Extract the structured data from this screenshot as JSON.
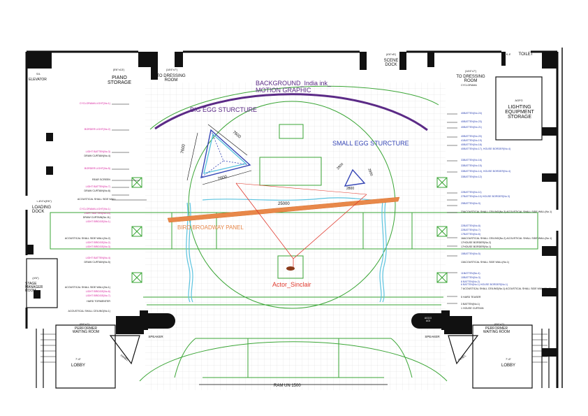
{
  "colors": {
    "wall": "#111111",
    "green": "#3aa535",
    "purple": "#5b2a86",
    "blue": "#3545b5",
    "cyan": "#5bc3df",
    "orange": "#e8884a",
    "red": "#e03a2e",
    "grid": "#d9d9d9",
    "pink": "#d6199a"
  },
  "rooms": {
    "elevator": "ELEVATOR",
    "elevator_code": "S/L",
    "piano_code": "(5'6\"x13')",
    "piano": "PIANO\nSTORAGE",
    "to_dressing_left": "TO DRESSING\nROOM",
    "to_dressing_left_code": "(14'6\"x7')",
    "scene_dock_code": "(4'6\"x5')",
    "scene_dock": "SCENE\nDOCK",
    "toilet_code": "K-ll'",
    "toilet": "TOILET",
    "to_dressing_right_code": "(14'6\"x7')",
    "to_dressing_right": "TO DRESSING\nROOM",
    "lighting": "LIGHTING\nEQUIPMENT\nSTORAGE",
    "lighting_code": "AGFG",
    "loading_dock": "LOADING\nDOCK",
    "loading_dock_code": "<-8'4\"x(5'6\")",
    "stage_manager": "STAGE\nMANAGER\nROOM",
    "stage_manager_code": "(4'6\")",
    "performer_left": "PERFORMER\nWAITING ROOM",
    "performer_left_code": "(9'6\"x7')",
    "performer_right": "PERFORMER\nWAITING ROOM",
    "performer_right_code": "(9'6\"x7')",
    "lobby_left": "LOBBY",
    "lobby_left_code": "7'-6\"",
    "lobby_right": "LOBBY",
    "lobby_right_code": "7'-6\"",
    "speaker_left": "SPEAKER",
    "speaker_right": "SPEAKER",
    "panel_left": "PANEL",
    "panel_right": "PANEL",
    "box_right": "AGCG\nAGI"
  },
  "annotations": {
    "background": "BACKGROUND_India ink_",
    "motion_graphic": "MOTION GRAPHIC",
    "big_egg": "BIG EGG STURCTURE",
    "small_egg": "SMALL EGG STURCTURE",
    "bird_panel": "BIRD BROADWAY PANEL",
    "actor": "Actor_Sinclair",
    "dim_25000": "25000",
    "dim_7600_a": "7600",
    "dim_7600_b": "7600",
    "dim_7600_c": "7600",
    "dim_2800_a": "2800",
    "dim_2800_b": "2800",
    "dim_2800_c": "2800",
    "bottom_dim": "RAM UN 1500"
  },
  "left_rail": [
    {
      "text": "CYCLORAMA LIGHT(No.1)",
      "color": "pink"
    },
    {
      "text": "BORDER LIGHT(No.2)",
      "color": "pink"
    },
    {
      "text": "LIGHT BATTEN(No.3)",
      "color": "pink"
    },
    {
      "text": "DRAW CURTAIN(No.4)",
      "color": "black"
    },
    {
      "text": "BORDER LIGHT(No.5)",
      "color": "pink"
    },
    {
      "text": "REAR SCREEN",
      "color": "black"
    },
    {
      "text": "LIGHT BATTEN(No.7)",
      "color": "pink"
    },
    {
      "text": "DRAW CURTAIN(No.8)",
      "color": "black"
    },
    {
      "text": "ACOUSTICAL SHALL SIDE WALL",
      "color": "black"
    },
    {
      "text": "CYCLORAMA LIGHT(No.1)",
      "color": "pink"
    },
    {
      "text": "LIGHT BATTEN(No.10)",
      "color": "pink"
    },
    {
      "text": "DRAW CURTAIN(No.11)",
      "color": "black"
    },
    {
      "text": "LIGHT BRIDGE(No.1)",
      "color": "pink"
    },
    {
      "text": "ACOUSTICAL SHALL SIDE WALL(No.2)",
      "color": "black"
    },
    {
      "text": "LIGHT BRIDGE(No.2)",
      "color": "pink"
    },
    {
      "text": "LIGHT BRIDGE(No.3)",
      "color": "pink"
    },
    {
      "text": "LIGHT BATTEN(No.4)",
      "color": "pink"
    },
    {
      "text": "DRAW CURTAIN(No.5)",
      "color": "black"
    },
    {
      "text": "ACOUSTICAL SHALL SIDE WALL(No.1)",
      "color": "black"
    },
    {
      "text": "LIGHT BRIDGE(No.6)",
      "color": "pink"
    },
    {
      "text": "LIGHT BRIDGE(No.7)",
      "color": "pink"
    },
    {
      "text": "HARD TORMENTER",
      "color": "black"
    },
    {
      "text": "ACOUSTICAL SHALL CEILING(No.1)",
      "color": "black"
    }
  ],
  "right_rail": [
    {
      "text": "CYCLORAMA",
      "color": "black"
    },
    {
      "text": "40BATTEN(No.24)",
      "color": "blue"
    },
    {
      "text": "40BATTEN(No.23)",
      "color": "blue"
    },
    {
      "text": "40BATTEN(No.21)",
      "color": "blue"
    },
    {
      "text": "40BATTEN(No.20)",
      "color": "blue"
    },
    {
      "text": "41BATTEN(No.19)",
      "color": "blue"
    },
    {
      "text": "40BATTEN(No.18)",
      "color": "blue"
    },
    {
      "text": "40BATTEN(No.17), HOUSE BORDER(No.4)",
      "color": "blue"
    },
    {
      "text": "33BATTEN(No.16)",
      "color": "blue"
    },
    {
      "text": "33BATTEN(No.15)",
      "color": "blue"
    },
    {
      "text": "33BATTEN(No.14), HOUSE BORDER(No.4)",
      "color": "blue"
    },
    {
      "text": "33BATTEN(No.12)",
      "color": "blue"
    },
    {
      "text": "22BATTEN(No.11)",
      "color": "blue"
    },
    {
      "text": "27BATTEN(No.10) HOUSE BORDER(No.3)",
      "color": "blue"
    },
    {
      "text": "25BATTEN(No.9)",
      "color": "blue"
    },
    {
      "text": "23ACOUSTICAL SHALL CEILING(No.3) ACOUSTICAL SHALL SIDE WALL(No.1)",
      "color": "black"
    },
    {
      "text": "22BATTEN(No.8)",
      "color": "blue"
    },
    {
      "text": "22BATTEN(No.7)",
      "color": "blue"
    },
    {
      "text": "17BATTEN(No.6)",
      "color": "blue"
    },
    {
      "text": "16ACOUSTICAL SHALL CEILING(No.2) ACOUSTICAL SHALL SIDE WALL(No.1)",
      "color": "black"
    },
    {
      "text": "17HOUSE BORDER(No.2)",
      "color": "black"
    },
    {
      "text": "17HOUSE BORDER(No.1)",
      "color": "black"
    },
    {
      "text": "15BATTEN(No.5)",
      "color": "blue"
    },
    {
      "text": "13ACOUSTICAL SHALL SIDE WALL(No.1)",
      "color": "black"
    },
    {
      "text": "11BATTEN(No.4)",
      "color": "blue"
    },
    {
      "text": "10BATTEN(No.3)",
      "color": "blue"
    },
    {
      "text": "8 BATTEN(No.2)",
      "color": "blue"
    },
    {
      "text": "6 BATTEN(No.1) HOUSE BORDER(No.1)",
      "color": "blue"
    },
    {
      "text": "7 ACOUSTICAL SHALL CEILING(No.1) ACOUSTICAL SHALL SIDE WALL(No.1)",
      "color": "black"
    },
    {
      "text": "5 HARD TEASER",
      "color": "black"
    },
    {
      "text": "3 BATTEN(No.1)",
      "color": "black"
    },
    {
      "text": "1 HOUSE CURTAIN",
      "color": "black"
    }
  ]
}
